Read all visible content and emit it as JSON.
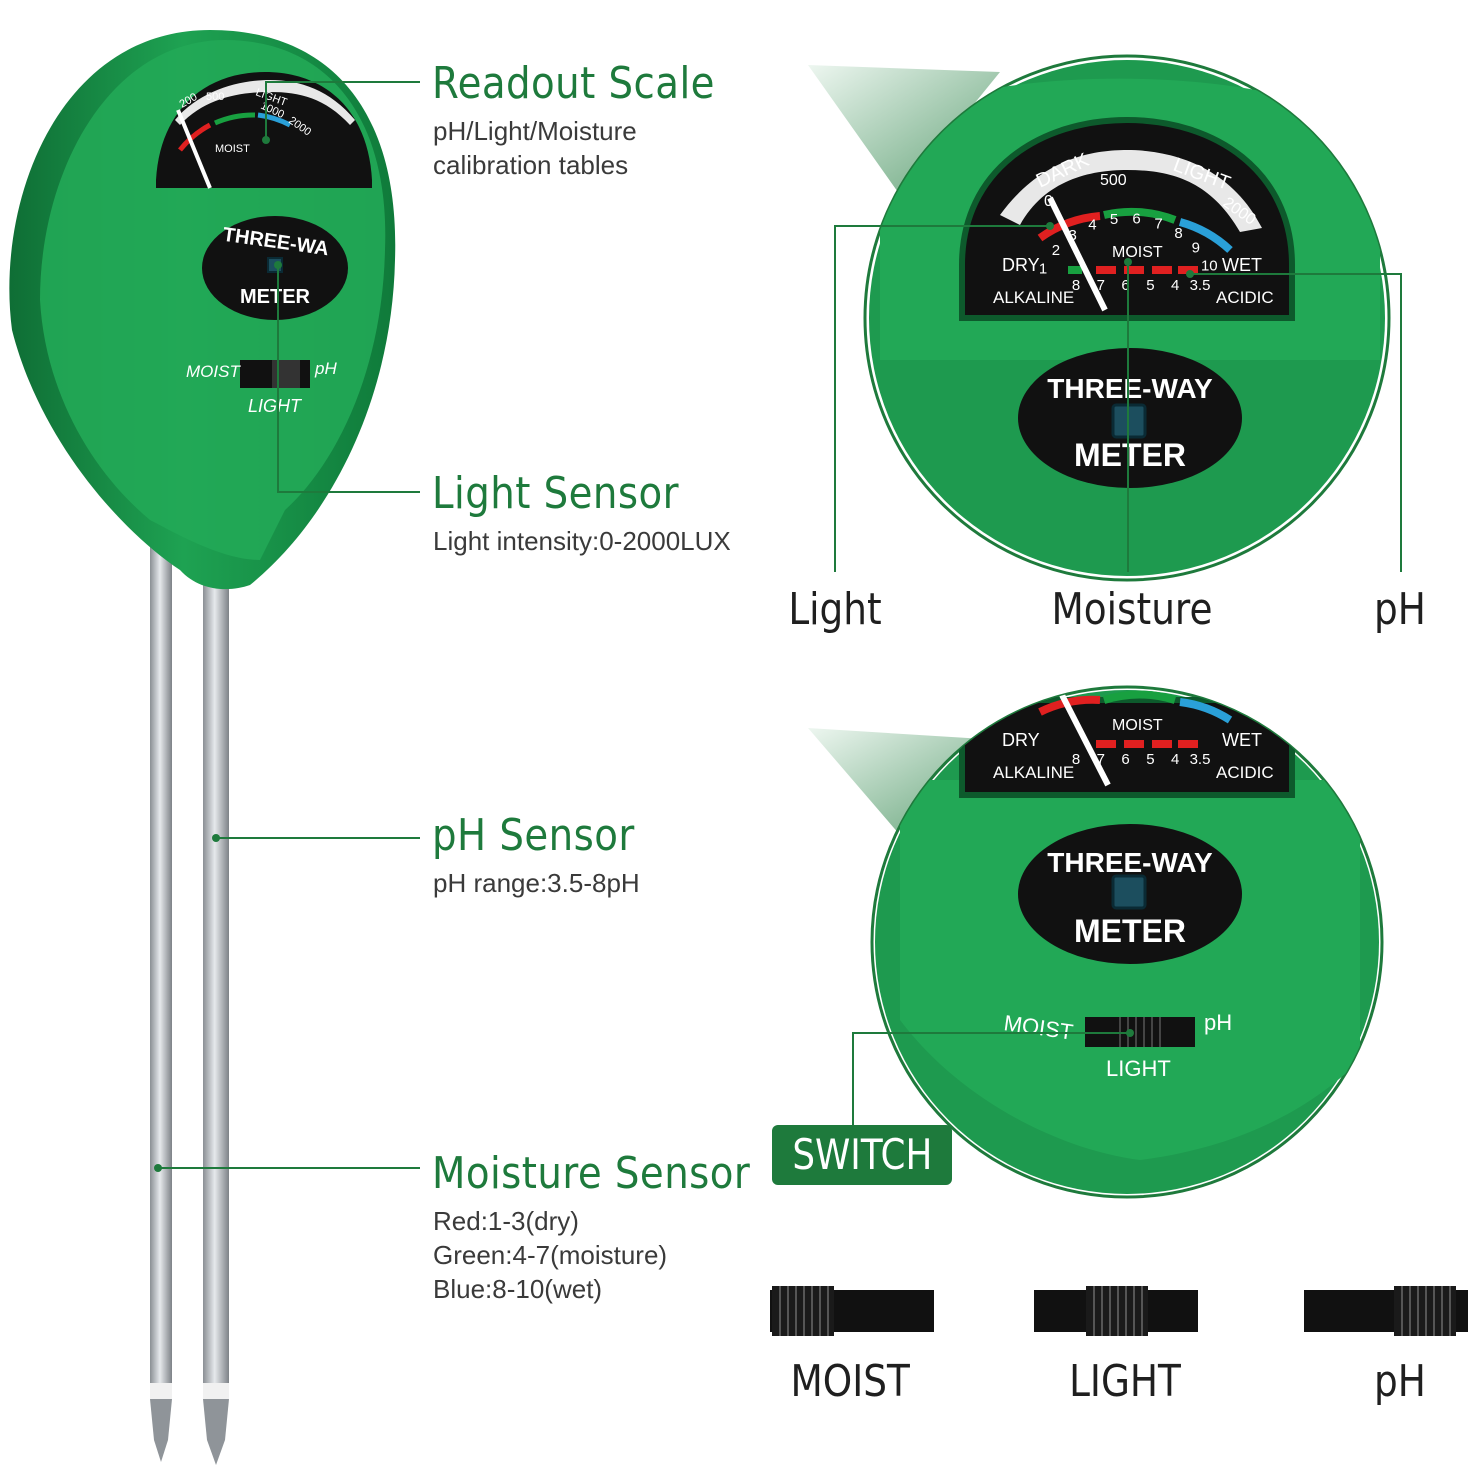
{
  "callouts": {
    "readout": {
      "title": "Readout Scale",
      "desc1": "pH/Light/Moisture",
      "desc2": "calibration tables"
    },
    "light": {
      "title": "Light Sensor",
      "desc1": "Light intensity:0-2000LUX"
    },
    "ph": {
      "title": "pH Sensor",
      "desc1": "pH range:3.5-8pH"
    },
    "moisture": {
      "title": "Moisture Sensor",
      "desc1": "Red:1-3(dry)",
      "desc2": "Green:4-7(moisture)",
      "desc3": "Blue:8-10(wet)"
    }
  },
  "dial_labels": {
    "light": "Light",
    "moisture": "Moisture",
    "ph": "pH"
  },
  "switch_label": "SWITCH",
  "switch_positions": {
    "moist": "MOIST",
    "light": "LIGHT",
    "ph": "pH"
  },
  "meter": {
    "brand_top": "THREE-WAY",
    "brand_bottom": "METER",
    "brand_top_small": "THREE-WA",
    "dark": "DARK",
    "light": "LIGHT",
    "moist": "MOIST",
    "dry": "DRY",
    "wet": "WET",
    "alkaline": "ALKALINE",
    "acidic": "ACIDIC",
    "switch_moist": "MOIST",
    "switch_ph": "pH",
    "switch_light": "LIGHT",
    "lux_0": "0",
    "lux_200": "200",
    "lux_500": "500",
    "lux_1000": "1000",
    "lux_2000": "2000",
    "moist_scale": [
      "1",
      "2",
      "3",
      "4",
      "5",
      "6",
      "7",
      "8",
      "9",
      "10"
    ],
    "ph_scale": [
      "8",
      "7",
      "6",
      "5",
      "4",
      "3.5"
    ]
  },
  "colors": {
    "brand_green": "#1e7a3c",
    "body_green": "#1fa04f",
    "dark_green": "#137238",
    "dial_black": "#111111"
  }
}
